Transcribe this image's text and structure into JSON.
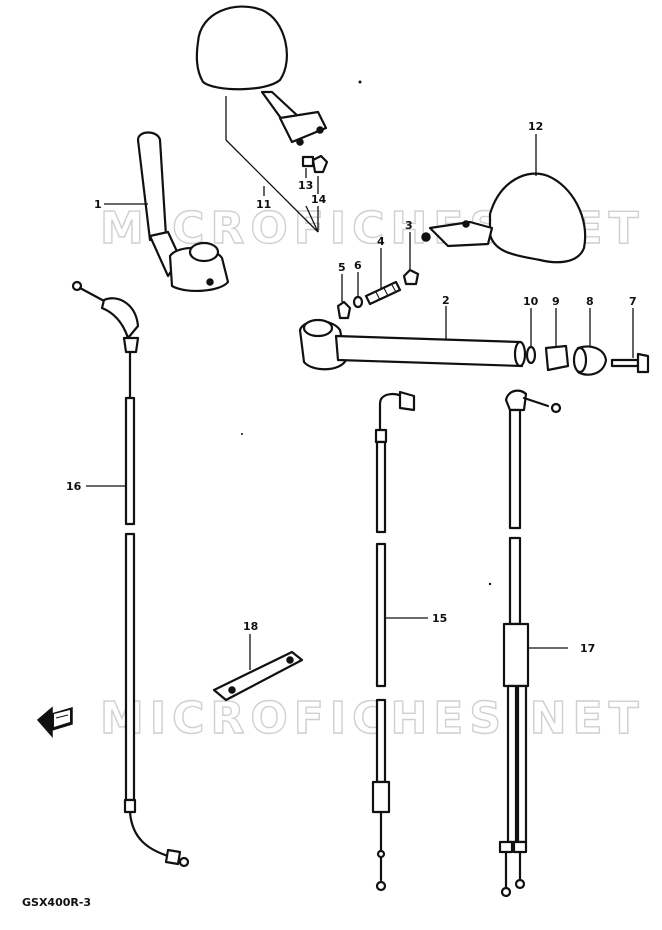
{
  "watermark": "MICROFICHES.NET",
  "model_code": "GSX400R-3",
  "callouts": [
    "1",
    "2",
    "3",
    "4",
    "5",
    "6",
    "7",
    "8",
    "9",
    "10",
    "11",
    "12",
    "13",
    "14",
    "15",
    "16",
    "17",
    "18"
  ]
}
